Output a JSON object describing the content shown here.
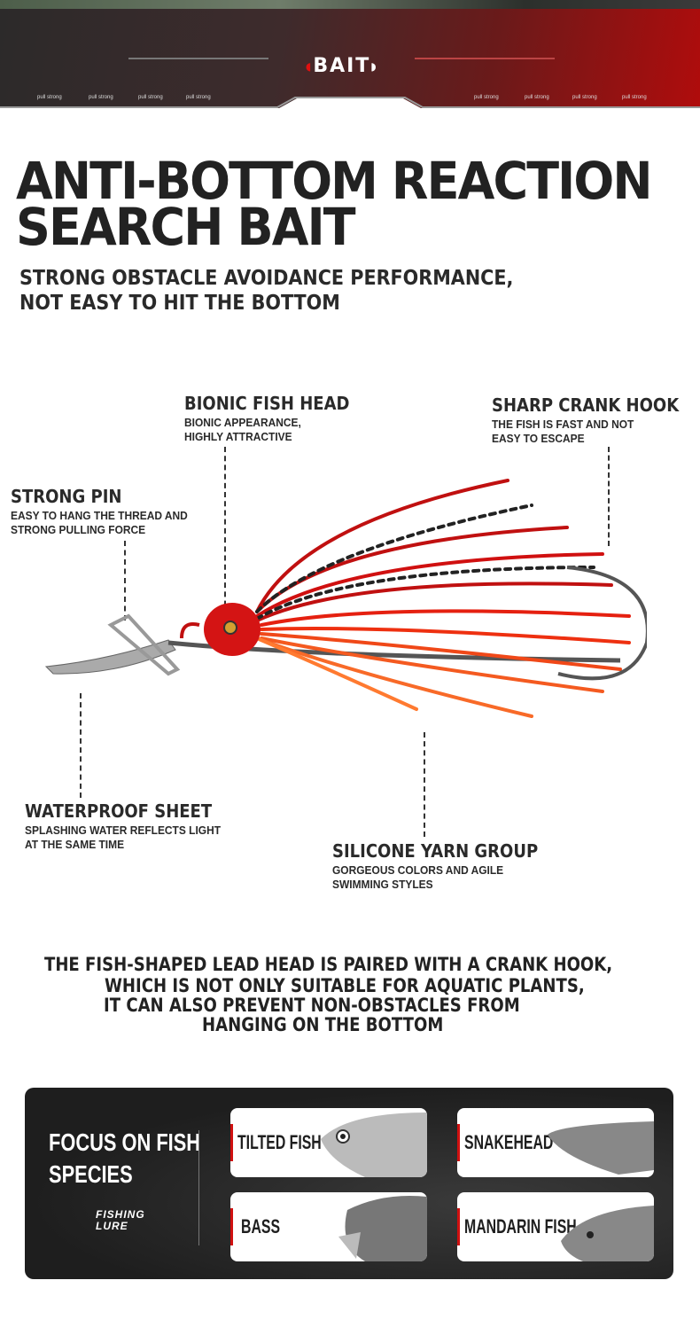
{
  "header": {
    "logo": "BAIT",
    "tagline": "pull strong"
  },
  "title": {
    "line1": "ANTI-BOTTOM REACTION",
    "line2": "SEARCH BAIT"
  },
  "subtitle": {
    "line1": "STRONG OBSTACLE AVOIDANCE PERFORMANCE,",
    "line2": "NOT EASY TO HIT THE BOTTOM"
  },
  "callouts": {
    "head": {
      "title": "BIONIC FISH HEAD",
      "line1": "BIONIC APPEARANCE,",
      "line2": "HIGHLY ATTRACTIVE"
    },
    "hook": {
      "title": "SHARP CRANK HOOK",
      "line1": "THE FISH IS FAST AND NOT",
      "line2": "EASY TO ESCAPE"
    },
    "pin": {
      "title": "STRONG PIN",
      "line1": "EASY TO HANG THE THREAD AND",
      "line2": "STRONG PULLING FORCE"
    },
    "sheet": {
      "title": "WATERPROOF SHEET",
      "line1": "SPLASHING WATER REFLECTS LIGHT",
      "line2": "AT THE SAME TIME"
    },
    "yarn": {
      "title": "SILICONE YARN GROUP",
      "line1": "GORGEOUS COLORS AND AGILE",
      "line2": "SWIMMING STYLES"
    }
  },
  "note": {
    "line1": "THE FISH-SHAPED LEAD HEAD IS PAIRED WITH A CRANK HOOK,",
    "line2": "WHICH IS NOT ONLY SUITABLE FOR AQUATIC PLANTS,",
    "line3": "IT CAN ALSO PREVENT NON-OBSTACLES FROM",
    "line4": "HANGING ON THE BOTTOM"
  },
  "species": {
    "title1": "FOCUS ON FISH",
    "title2": "SPECIES",
    "badge1": "FISHING",
    "badge2": "LURE",
    "items": [
      {
        "label": "TILTED FISH"
      },
      {
        "label": "SNAKEHEAD"
      },
      {
        "label": "BASS"
      },
      {
        "label": "MANDARIN FISH"
      }
    ]
  },
  "colors": {
    "accent": "#d01010",
    "dark": "#222222"
  }
}
